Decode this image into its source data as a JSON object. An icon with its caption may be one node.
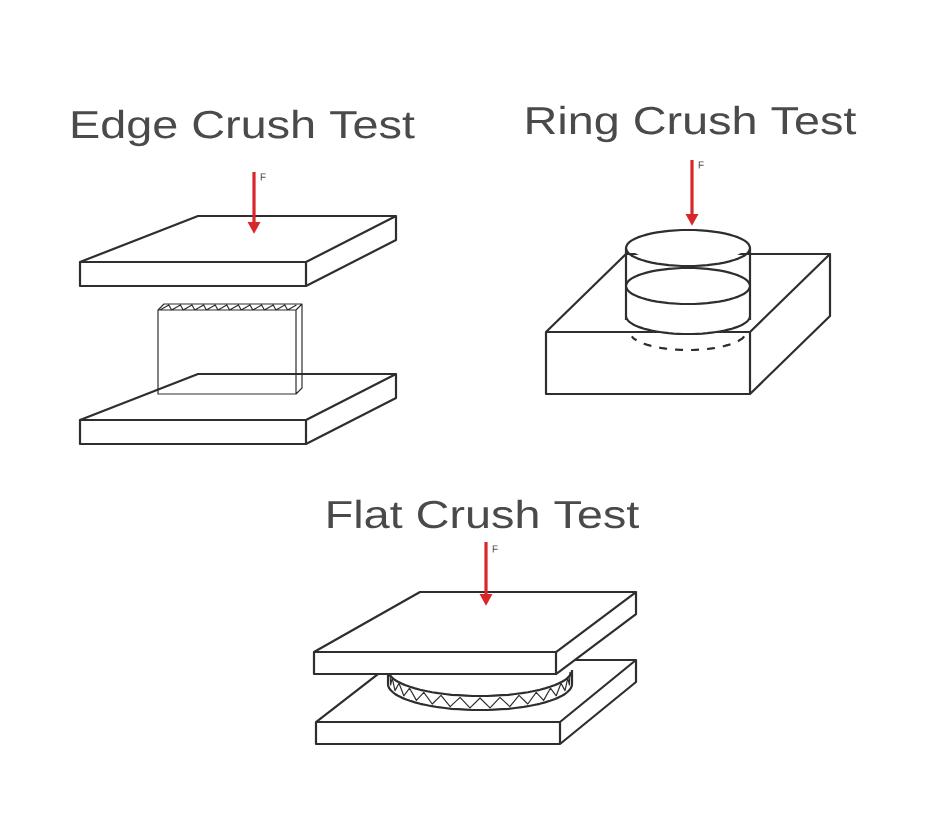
{
  "diagram": {
    "labels": [
      "Edge Crush Test",
      "Ring Crush Test",
      "F",
      "F",
      "Flat Crush Test",
      "F"
    ]
  }
}
